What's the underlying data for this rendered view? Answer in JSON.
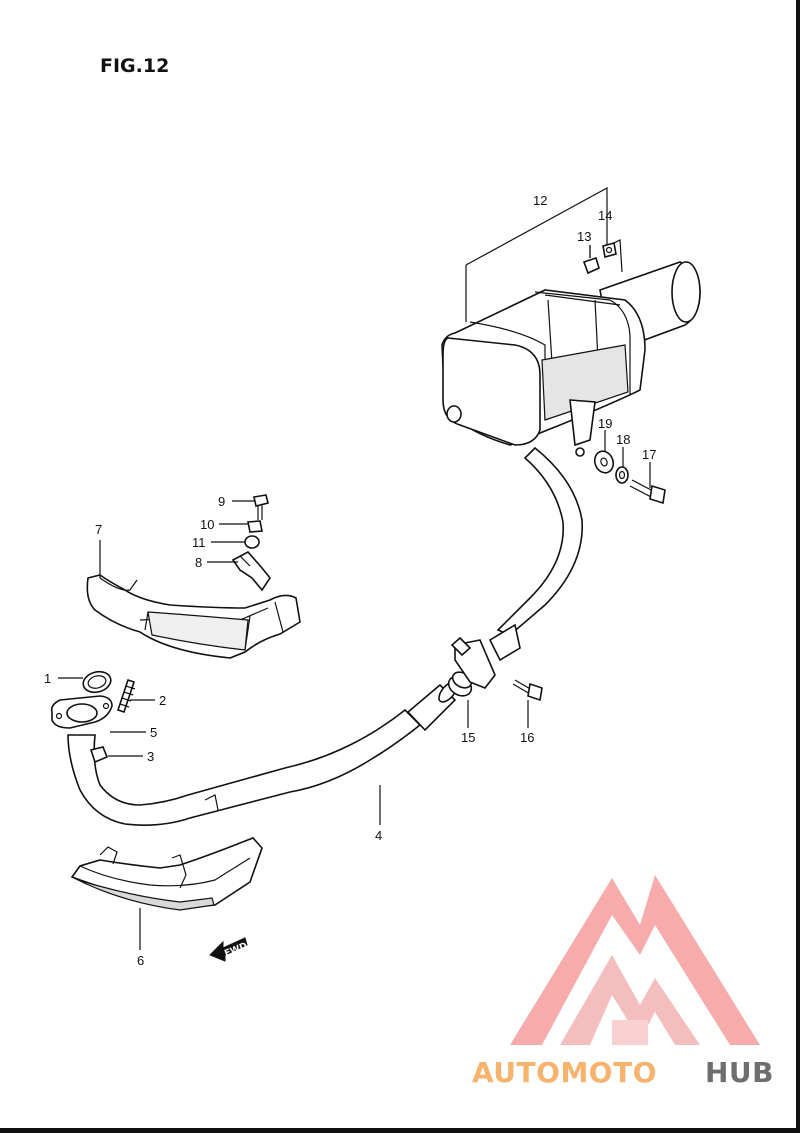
{
  "figure": {
    "title": "FIG.12",
    "fwd_label": "FWD"
  },
  "callouts": [
    {
      "id": "c1",
      "label": "1"
    },
    {
      "id": "c2",
      "label": "2"
    },
    {
      "id": "c3",
      "label": "3"
    },
    {
      "id": "c4",
      "label": "4"
    },
    {
      "id": "c5",
      "label": "5"
    },
    {
      "id": "c6",
      "label": "6"
    },
    {
      "id": "c7",
      "label": "7"
    },
    {
      "id": "c8",
      "label": "8"
    },
    {
      "id": "c9",
      "label": "9"
    },
    {
      "id": "c10",
      "label": "10"
    },
    {
      "id": "c11",
      "label": "11"
    },
    {
      "id": "c12",
      "label": "12"
    },
    {
      "id": "c13",
      "label": "13"
    },
    {
      "id": "c14",
      "label": "14"
    },
    {
      "id": "c15",
      "label": "15"
    },
    {
      "id": "c16",
      "label": "16"
    },
    {
      "id": "c17",
      "label": "17"
    },
    {
      "id": "c18",
      "label": "18"
    },
    {
      "id": "c19",
      "label": "19"
    }
  ],
  "watermark": {
    "part1": "AUTOMOTO",
    "part2": "HUB",
    "colors": {
      "accent": "#f58d8d",
      "accent_light": "#f9bcbc",
      "orange": "#f7b26b",
      "gray": "#6e6e6e"
    }
  }
}
